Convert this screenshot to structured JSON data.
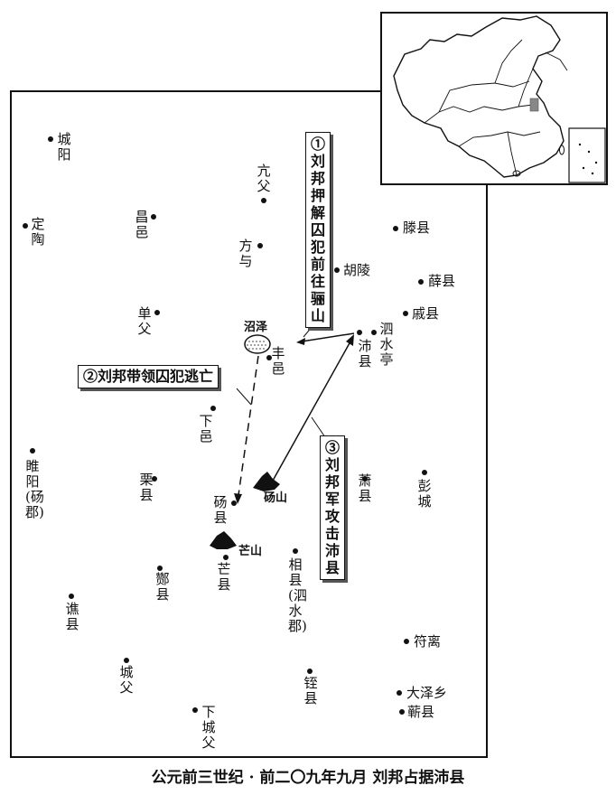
{
  "caption": "公元前三世纪 · 前二〇九年九月    刘邦占据沛县",
  "callouts": {
    "route1": "①刘邦押解囚犯前往骊山",
    "route2": "②刘邦带领囚犯逃亡",
    "route3": "③刘邦军攻击沛县"
  },
  "water": {
    "dazexiang_marsh": "沼泽"
  },
  "mountains": {
    "dangshan": "砀山",
    "mangshan": "芒山"
  },
  "places": {
    "chengyang": "城阳",
    "dingtao": "定陶",
    "changyi": "昌邑",
    "kangfu": "亢父",
    "fangyu": "方与",
    "huling": "胡陵",
    "tengxian": "滕县",
    "xuexian": "薛县",
    "qixian": "戚县",
    "shanfu": "单父",
    "fengyi": "丰邑",
    "peixian": "沛县",
    "sishuiting": "泗水亭",
    "xiayi": "下邑",
    "suiyang": "睢阳(砀郡)",
    "lixian": "栗县",
    "dangxian": "砀县",
    "xiaoxian": "萧县",
    "pengcheng": "彭城",
    "mangxian": "芒县",
    "zanxian": "酂县",
    "xiangxian": "相县(泗水郡)",
    "qiaoxian": "谯县",
    "chengfu": "城父",
    "zhixian": "铚县",
    "fuli": "符离",
    "dazexiang": "大泽乡",
    "qixian2": "蕲县",
    "xiachengfu": "下城父"
  }
}
